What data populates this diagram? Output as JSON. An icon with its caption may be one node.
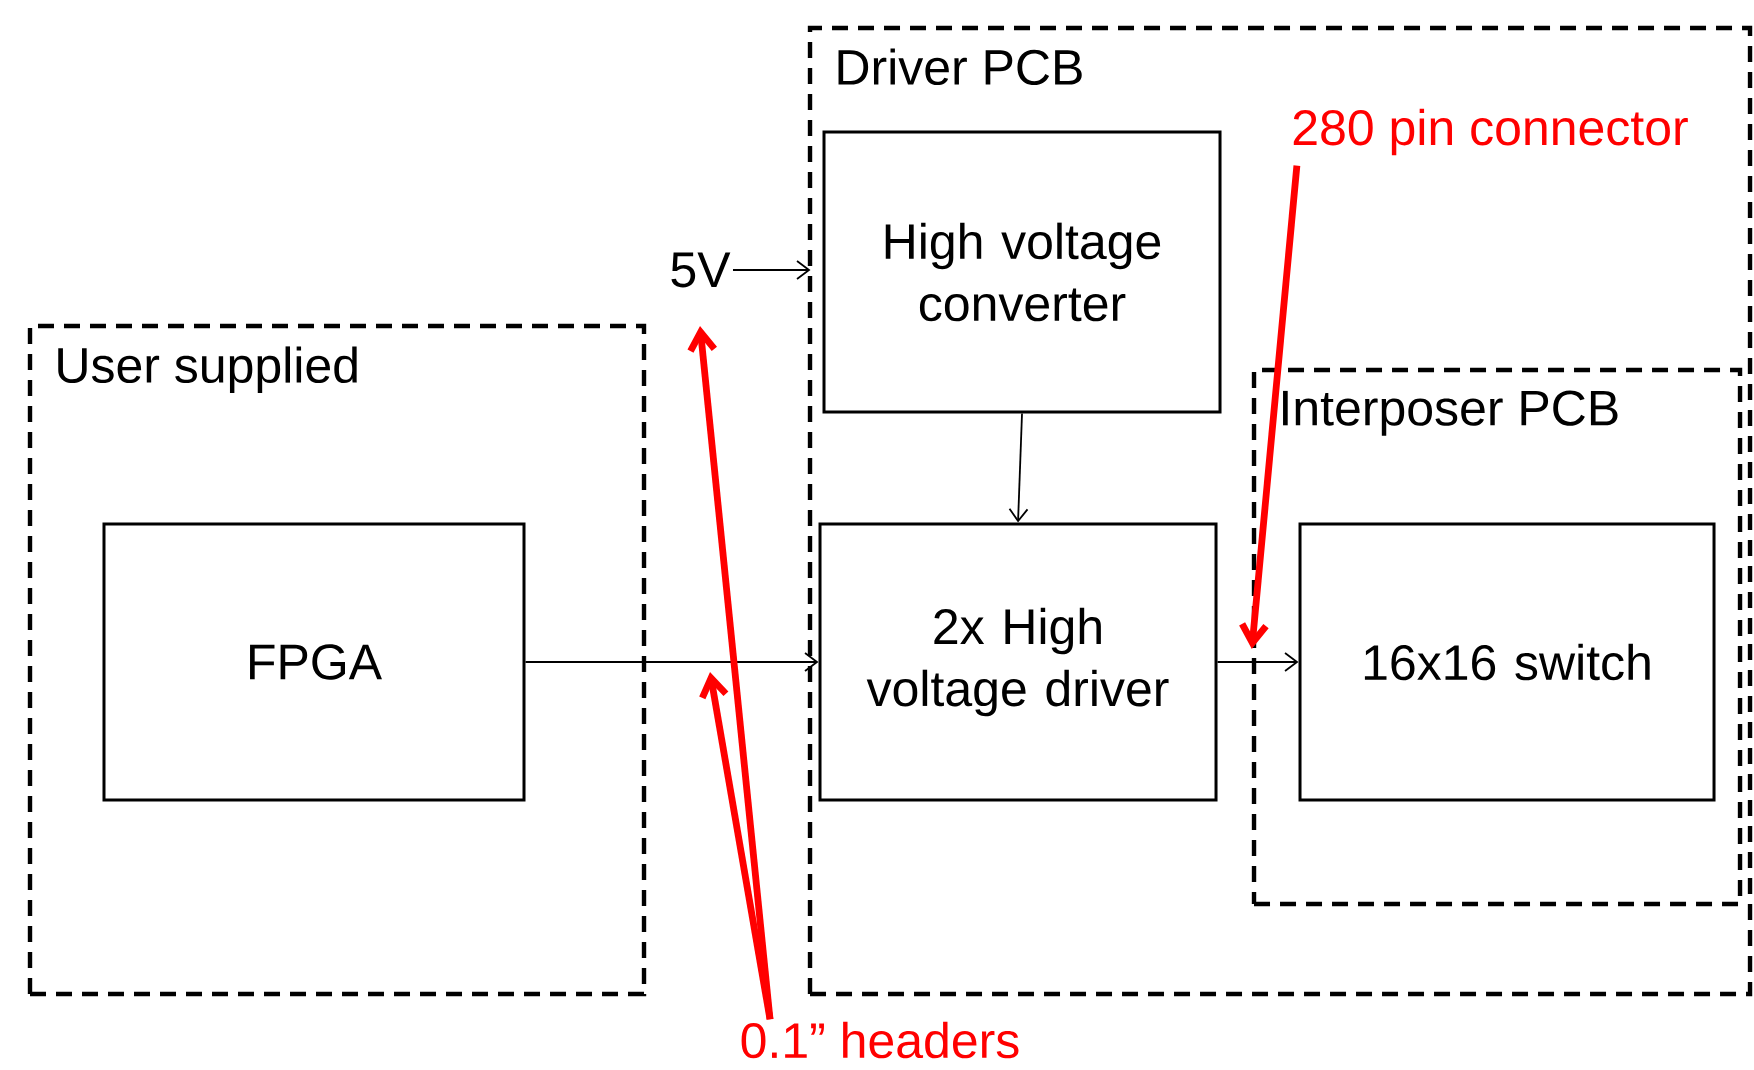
{
  "diagram": {
    "nodes": [
      {
        "text": [
          "User supplied"
        ]
      },
      {
        "text": [
          "FPGA"
        ],
        "in": 0
      },
      {
        "text": [
          "Driver PCB"
        ]
      },
      {
        "text": [
          "High voltage converter"
        ],
        "in": 2
      },
      {
        "text": [
          "2x High voltage driver"
        ],
        "in": 2
      },
      {
        "text": [
          "Interposer PCB"
        ],
        "in": 2
      },
      {
        "text": [
          "16x16 switch"
        ],
        "in": 5
      },
      {
        "text": [
          "5V"
        ]
      },
      {
        "text": [
          "280 pin connector"
        ],
        "in": 2
      },
      {
        "text": [
          "0.1” headers"
        ]
      }
    ],
    "edges": [
      {
        "from": 7,
        "to": 3,
        "arrow": "to"
      },
      {
        "from": 3,
        "to": 4,
        "arrow": "to"
      },
      {
        "from": 1,
        "to": 4,
        "arrow": "to"
      },
      {
        "from": 4,
        "to": 6,
        "arrow": "to"
      },
      {
        "from": 8,
        "to": 5,
        "arrow": "to",
        "style": "thick",
        "color": "#ff0000"
      },
      {
        "from": 9,
        "to": null,
        "arrow": "to",
        "style": "thick",
        "color": "#ff0000"
      },
      {
        "from": 9,
        "to": null,
        "arrow": "to",
        "style": "thick",
        "color": "#ff0000"
      }
    ]
  }
}
